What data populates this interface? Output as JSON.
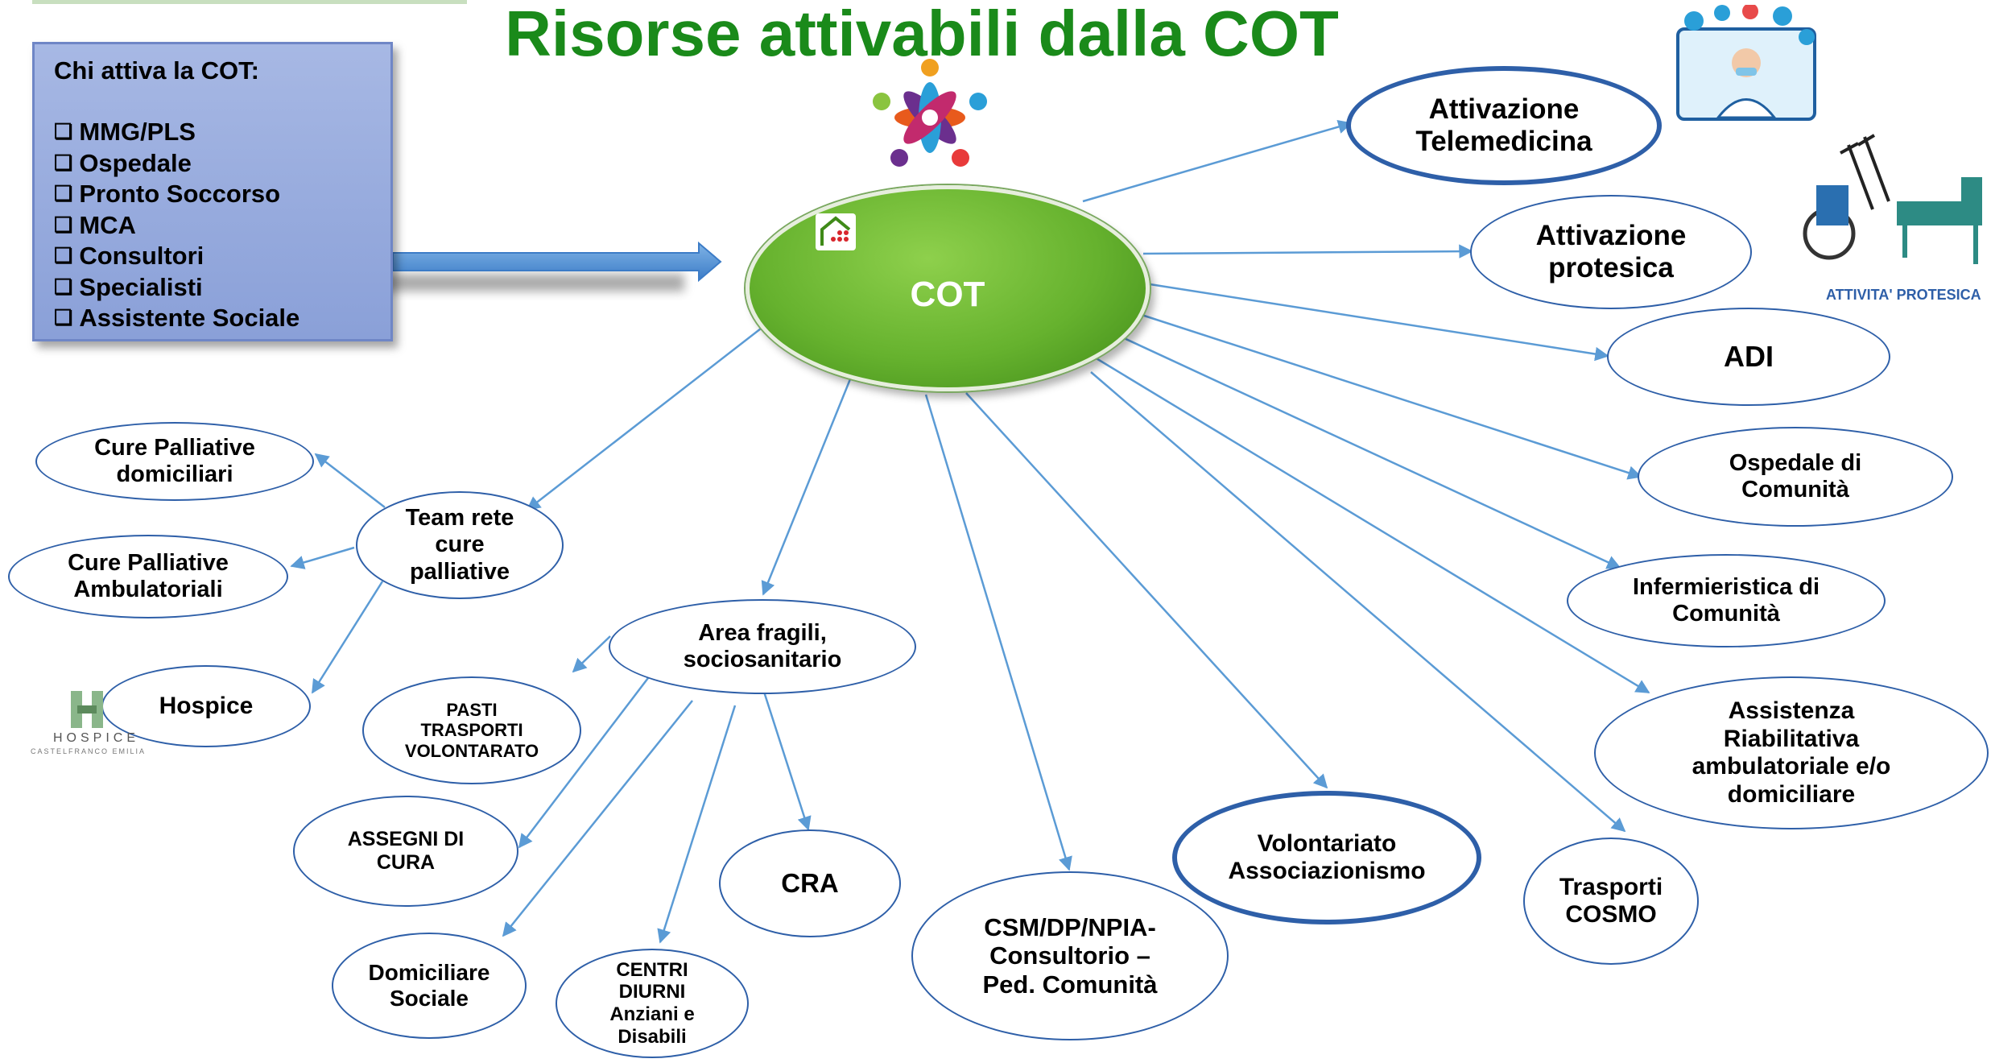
{
  "title": "Risorse attivabili dalla COT",
  "activators": {
    "heading": "Chi attiva la COT:",
    "items": [
      "MMG/PLS",
      "Ospedale",
      "Pronto Soccorso",
      "MCA",
      "Consultori",
      "Specialisti",
      "Assistente Sociale"
    ]
  },
  "center": "COT",
  "nodes": {
    "telemedicina": "Attivazione\nTelemedicina",
    "protesica": "Attivazione\nprotesica",
    "adi": "ADI",
    "ospedale_comunita": "Ospedale di\nComunità",
    "infermieristica": "Infermieristica di\nComunità",
    "riabilitativa": "Assistenza\nRiabilitativa\nambulatoriale e/o\ndomiciliare",
    "trasporti": "Trasporti\nCOSMO",
    "volontariato": "Volontariato\nAssociazionismo",
    "csm": "CSM/DP/NPIA-\nConsultorio –\nPed. Comunità",
    "area_fragili": "Area fragili,\nsociosanitario",
    "cra": "CRA",
    "centri_diurni": "CENTRI\nDIURNI\nAnziani e\nDisabili",
    "domiciliare_sociale": "Domiciliare\nSociale",
    "assegni": "ASSEGNI DI\nCURA",
    "pasti": "PASTI\nTRASPORTI\nVOLONTARATO",
    "team": "Team rete\ncure\npalliative",
    "cp_domiciliari": "Cure Palliative\ndomiciliari",
    "cp_ambulatoriali": "Cure Palliative\nAmbulatoriali",
    "hospice": "Hospice"
  },
  "captions": {
    "attivita_protesica": "ATTIVITA' PROTESICA",
    "hospice_logo": "HOSPICE",
    "hospice_logo_sub": "CASTELFRANCO EMILIA"
  },
  "colors": {
    "title": "#1a8a1a",
    "edge": "#5b9bd5",
    "node_border": "#2e5fa8",
    "cot_fill": "#66b22e",
    "activators_fill": "#8aa0d8"
  }
}
